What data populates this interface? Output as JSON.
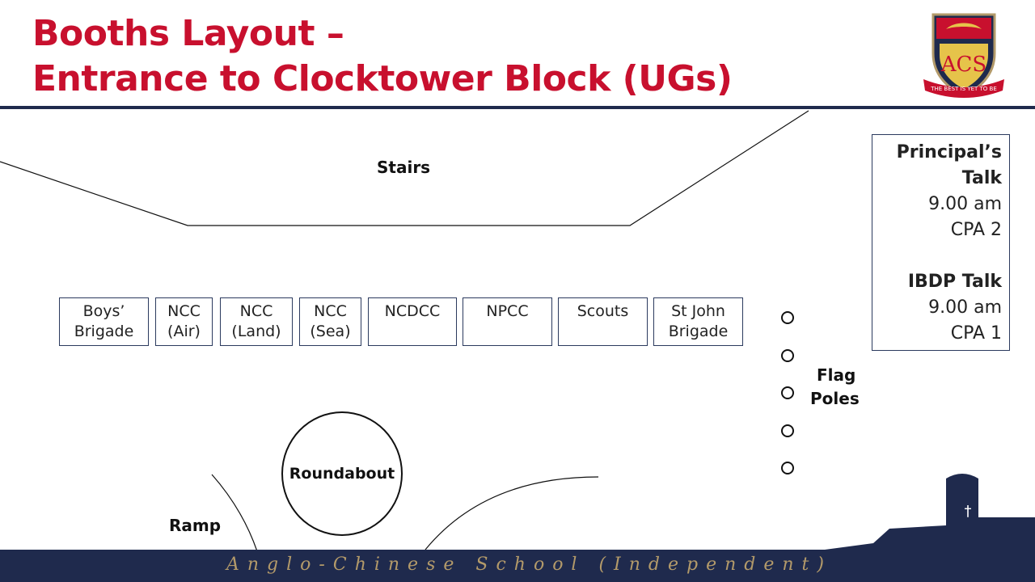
{
  "title": {
    "line1": "Booths Layout –",
    "line2": "Entrance to Clocktower Block (UGs)"
  },
  "crest": {
    "monogram": "ACS",
    "motto": "THE BEST IS YET TO BE"
  },
  "labels": {
    "stairs": "Stairs",
    "flag_poles_line1": "Flag",
    "flag_poles_line2": "Poles",
    "roundabout": "Roundabout",
    "ramp": "Ramp"
  },
  "booths": [
    {
      "line1": "Boys’",
      "line2": "Brigade"
    },
    {
      "line1": "NCC",
      "line2": "(Air)"
    },
    {
      "line1": "NCC",
      "line2": "(Land)"
    },
    {
      "line1": "NCC",
      "line2": "(Sea)"
    },
    {
      "line1": "NCDCC",
      "line2": ""
    },
    {
      "line1": "NPCC",
      "line2": ""
    },
    {
      "line1": "Scouts",
      "line2": ""
    },
    {
      "line1": "St John",
      "line2": "Brigade"
    }
  ],
  "talks": [
    {
      "title_line1": "Principal’s",
      "title_line2": "Talk",
      "time": "9.00 am",
      "venue": "CPA 2"
    },
    {
      "title_line1": "IBDP Talk",
      "title_line2": "",
      "time": "9.00 am",
      "venue": "CPA 1"
    }
  ],
  "footer": {
    "school": "Anglo-Chinese School (Independent)"
  },
  "colors": {
    "title": "#c8102e",
    "navy": "#1f2a4d",
    "footer_text": "#b39a6a"
  }
}
